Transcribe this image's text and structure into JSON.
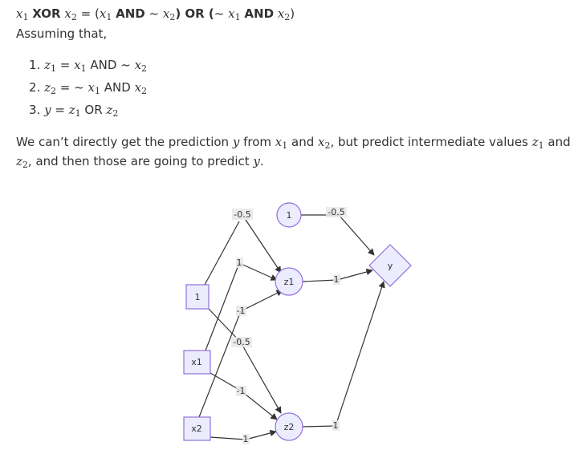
{
  "heading": {
    "x1": "x",
    "x1_sub": "1",
    "xor": "XOR",
    "x2": "x",
    "x2_sub": "2",
    "eq": "=",
    "rhs_open": "(",
    "a_x1": "x",
    "a_x1_sub": "1",
    "and1": "AND",
    "tilde1": "~",
    "a_x2": "x",
    "a_x2_sub": "2",
    "rhs_mid": ") OR (",
    "tilde2": "~",
    "b_x1": "x",
    "b_x1_sub": "1",
    "and2": "AND",
    "b_x2": "x",
    "b_x2_sub": "2",
    "rhs_close": ")"
  },
  "assuming": "Assuming that,",
  "list": [
    {
      "num": "1.",
      "lhs": "z",
      "lhs_sub": "1",
      "eq": "=",
      "v1": "x",
      "v1_sub": "1",
      "op": "AND",
      "neg": "~",
      "v2": "x",
      "v2_sub": "2"
    },
    {
      "num": "2.",
      "lhs": "z",
      "lhs_sub": "2",
      "eq": "=",
      "neg": "~",
      "v1": "x",
      "v1_sub": "1",
      "op": "AND",
      "v2": "x",
      "v2_sub": "2"
    },
    {
      "num": "3.",
      "lhs": "y",
      "eq": "=",
      "v1": "z",
      "v1_sub": "1",
      "op": "OR",
      "v2": "z",
      "v2_sub": "2"
    }
  ],
  "paragraph": {
    "t1": "We can’t directly get the prediction ",
    "y": "y",
    "t2": " from ",
    "x1": "x",
    "x1_sub": "1",
    "t3": " and ",
    "x2": "x",
    "x2_sub": "2",
    "t4": ", but predict intermediate values ",
    "z1": "z",
    "z1_sub": "1",
    "t5": " and",
    "z2": "z",
    "z2_sub": "2",
    "t6": ", and then those are going to predict ",
    "y2": "y",
    "t7": "."
  },
  "diagram": {
    "nodes": [
      {
        "id": "bias_top",
        "label": "-0.5",
        "shape": "text"
      },
      {
        "id": "bias_z",
        "label": "1",
        "shape": "circle"
      },
      {
        "id": "bias_in",
        "label": "1",
        "shape": "square"
      },
      {
        "id": "x1",
        "label": "x1",
        "shape": "square"
      },
      {
        "id": "x2",
        "label": "x2",
        "shape": "square"
      },
      {
        "id": "z1",
        "label": "z1",
        "shape": "circle"
      },
      {
        "id": "z2",
        "label": "z2",
        "shape": "circle"
      },
      {
        "id": "y",
        "label": "y",
        "shape": "diamond"
      }
    ],
    "edge_labels": {
      "bias_z_y": "-0.5",
      "x1_z1": "1",
      "x2_z1": "-1",
      "bias_z2": "-0.5",
      "x1_z2": "-1",
      "x2_z2": "1",
      "z1_y": "1",
      "z2_y": "1"
    },
    "colors": {
      "node_fill": "#ececff",
      "node_stroke": "#9370db",
      "edge": "#333333",
      "text": "#333333"
    }
  }
}
